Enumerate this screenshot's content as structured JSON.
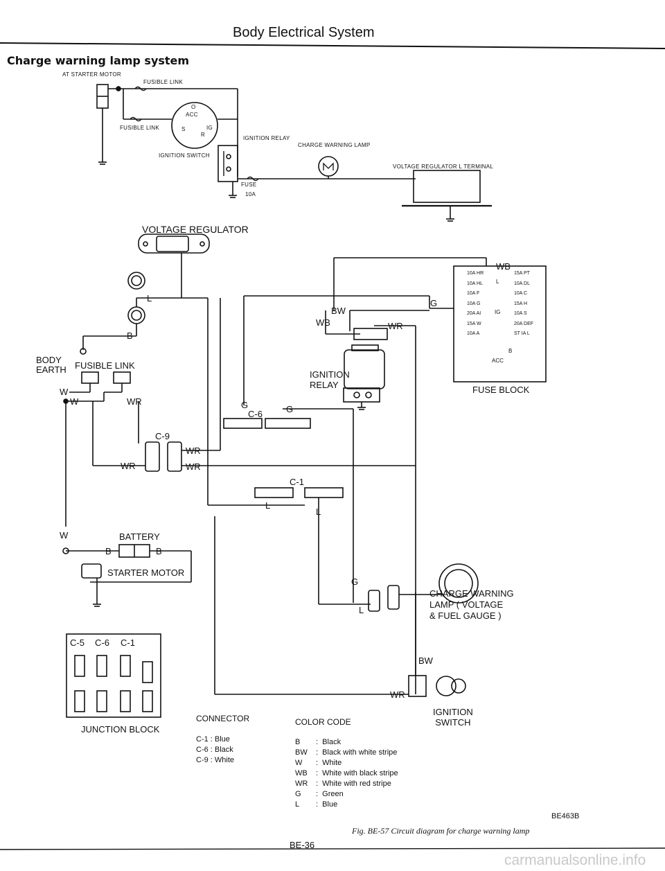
{
  "header": {
    "title": "Body Electrical System",
    "section_title": "Charge warning lamp system"
  },
  "top_schematic": {
    "at_starter_motor": "AT STARTER MOTOR",
    "fusible_link_top": "FUSIBLE LINK",
    "fusible_link_side": "FUSIBLE LINK",
    "ignition_switch": "IGNITION SWITCH",
    "ignition_relay": "IGNITION RELAY",
    "charge_warning_lamp": "CHARGE WARNING LAMP",
    "voltage_regulator_terminal": "VOLTAGE REGULATOR  L TERMINAL",
    "fuse": "FUSE",
    "fuse_rating": "10A",
    "switch_positions": [
      "O",
      "ACC",
      "IG",
      "S",
      "R"
    ]
  },
  "wiring": {
    "voltage_regulator": "VOLTAGE REGULATOR",
    "body_earth": "BODY\nEARTH",
    "fusible_link": "FUSIBLE  LINK",
    "ignition_relay": "IGNITION\nRELAY",
    "fuse_block": "FUSE  BLOCK",
    "battery": "BATTERY",
    "starter_motor": "STARTER  MOTOR",
    "junction_block": "JUNCTION  BLOCK",
    "charge_warning_lamp": "CHARGE  WARNING\nLAMP  ( VOLTAGE\n& FUEL  GAUGE )",
    "ignition_switch": "IGNITION\nSWITCH",
    "connectors": {
      "c9": "C-9",
      "c6": "C-6",
      "c1": "C-1",
      "c5": "C-5"
    },
    "wire_labels": [
      "L",
      "B",
      "W",
      "W",
      "WR",
      "WR",
      "WR",
      "WR",
      "WB",
      "BW",
      "WR",
      "G",
      "G",
      "G",
      "L",
      "L",
      "L",
      "B",
      "B",
      "W",
      "WB",
      "G",
      "BW",
      "WR"
    ],
    "fuse_block_left": [
      "10A HR",
      "10A HL",
      "10A F",
      "10A G",
      "20A AI",
      "15A W",
      "10A A"
    ],
    "fuse_block_right": [
      "15A PT",
      "10A DL",
      "10A C",
      "15A H",
      "10A S",
      "20A DEF",
      "ST IA L"
    ],
    "fuse_block_markers": [
      "L",
      "IG",
      "ACC",
      "B"
    ]
  },
  "legend": {
    "connector_title": "CONNECTOR",
    "connectors": [
      {
        "code": "C-1",
        "color": "Blue"
      },
      {
        "code": "C-6",
        "color": "Black"
      },
      {
        "code": "C-9",
        "color": "White"
      }
    ],
    "color_code_title": "COLOR  CODE",
    "colors": [
      {
        "code": "B",
        "meaning": "Black"
      },
      {
        "code": "BW",
        "meaning": "Black with white stripe"
      },
      {
        "code": "W",
        "meaning": "White"
      },
      {
        "code": "WB",
        "meaning": "White with black stripe"
      },
      {
        "code": "WR",
        "meaning": "White with red stripe"
      },
      {
        "code": "G",
        "meaning": "Green"
      },
      {
        "code": "L",
        "meaning": "Blue"
      }
    ]
  },
  "footer": {
    "figure_code": "BE463B",
    "caption": "Fig. BE-57  Circuit diagram for charge warning lamp",
    "page_number": "BE-36",
    "watermark": "carmanualsonline.info"
  }
}
